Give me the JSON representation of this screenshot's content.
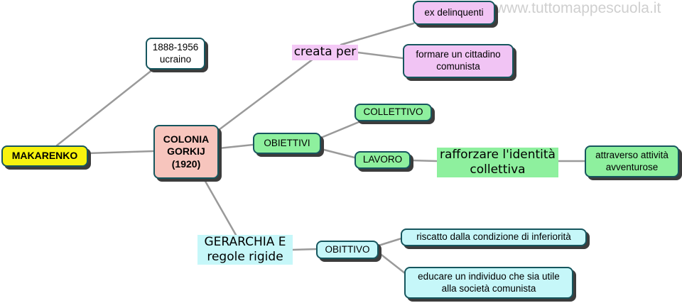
{
  "watermark": "www.tuttomappescuola.it",
  "colors": {
    "line": "#9a9a9a",
    "border": "#16565e",
    "shadow": "#3c3c3c",
    "yellow": "#f7f20e",
    "salmon": "#f7c5bd",
    "violet": "#f1c4f4",
    "violet_label": "#f4c8f6",
    "green": "#8ef09e",
    "cyan": "#c6f7f9"
  },
  "nodes": {
    "makarenko": "MAKARENKO",
    "dates": [
      "1888-1956",
      "ucraino"
    ],
    "colonia": [
      "COLONIA",
      "GORKIJ",
      "(1920)"
    ],
    "creata_per": "creata per",
    "ex_delinquenti": "ex delinquenti",
    "cittadino": [
      "formare un cittadino",
      "comunista"
    ],
    "obiettivi": "OBIETTIVI",
    "collettivo": "COLLETTIVO",
    "lavoro": "LAVORO",
    "identita": [
      "rafforzare l'identità",
      "collettiva"
    ],
    "attivita": [
      "attraverso attività",
      "avventurose"
    ],
    "gerarchia": [
      "GERARCHIA E",
      "regole rigide"
    ],
    "obittivo": "OBITTIVO",
    "riscatto": "riscatto dalla condizione di inferiorità",
    "educare": [
      "educare un individuo che sia utile",
      "alla società comunista"
    ]
  }
}
